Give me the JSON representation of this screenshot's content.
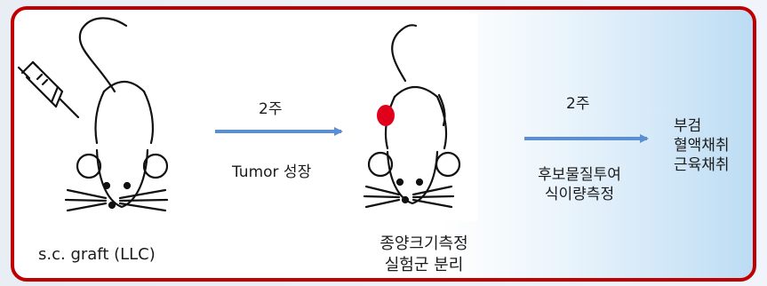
{
  "labels": {
    "graft": "s.c. graft (LLC)",
    "interval1": "2주",
    "tumor_growth": "Tumor 성장",
    "measure_line1": "종양크기측정",
    "measure_line2": "실험군 분리",
    "interval2": "2주",
    "treat_line1": "후보물질투여",
    "treat_line2": "식이량측정",
    "end_line1": "부검",
    "end_line2": "혈액채취",
    "end_line3": "근육채취"
  },
  "colors": {
    "frame": "#c00000",
    "arrow": "#5b8fd1",
    "tumor": "#e0001b"
  },
  "icons": [
    "syringe-icon",
    "mouse-icon",
    "mouse-with-tumor-icon",
    "arrow-right-icon"
  ]
}
